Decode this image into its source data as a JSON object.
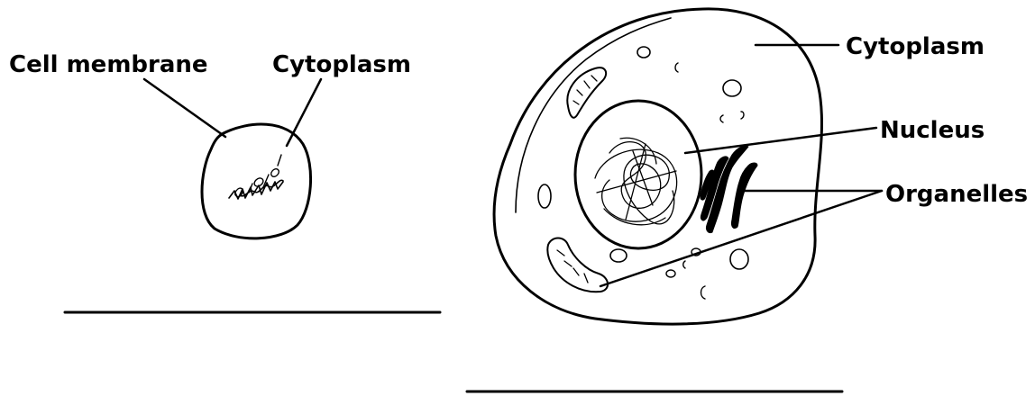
{
  "prokaryote": {
    "labels": {
      "membrane": "Cell membrane",
      "cytoplasm": "Cytoplasm"
    },
    "answer_line": ""
  },
  "eukaryote": {
    "labels": {
      "cytoplasm": "Cytoplasm",
      "nucleus": "Nucleus",
      "organelles": "Organelles"
    },
    "answer_line": ""
  },
  "colors": {
    "ink": "#000000",
    "background": "#ffffff"
  }
}
